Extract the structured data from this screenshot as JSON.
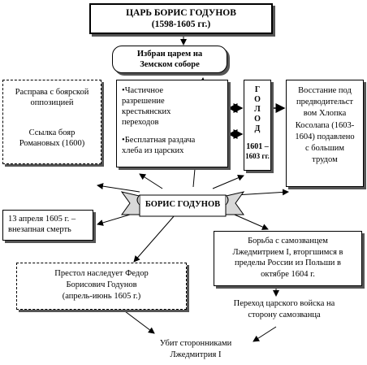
{
  "title": {
    "line1": "ЦАРЬ БОРИС ГОДУНОВ",
    "line2": "(1598-1605 гг.)"
  },
  "elected": {
    "line1": "Избран  царем на",
    "line2": "Земском соборе"
  },
  "boyar": {
    "line1": "Расправа с боярской",
    "line2": "оппозицией",
    "line3": "Ссылка бояр",
    "line4": "Романовых (1600)"
  },
  "peasants": {
    "item1_l1": "Частичное",
    "item1_l2": "разрешение",
    "item1_l3": "крестьянских",
    "item1_l4": "переходов",
    "item2_l1": "Бесплатная раздача",
    "item2_l2": "хлеба из царских"
  },
  "famine": {
    "l1": "Г",
    "l2": "О",
    "l3": "Л",
    "l4": "О",
    "l5": "Д",
    "years1": "1601 –",
    "years2": "1603 гг."
  },
  "uprising": {
    "l1": "Восстание под",
    "l2": "предводительст",
    "l3": "вом Хлопка",
    "l4": "Косолапа (1603-",
    "l5": "1604) подавлено",
    "l6": "с большим",
    "l7": "трудом"
  },
  "banner": {
    "label": "БОРИС ГОДУНОВ"
  },
  "death": {
    "l1": "13 апреля 1605 г. –",
    "l2": "внезапная смерть"
  },
  "impostor": {
    "l1": "Борьба с самозванцем",
    "l2": "Лжедмитрием I, вторгшимся в",
    "l3": "пределы России из Польши в",
    "l4": "октябре 1604 г."
  },
  "heir": {
    "l1": "Престол наследует Федор",
    "l2": "Борисович Годунов",
    "l3": "(апрель-июнь 1605 г.)"
  },
  "army": {
    "l1": "Переход царского войска на",
    "l2": "сторону самозванца"
  },
  "killed": {
    "l1": "Убит сторонниками",
    "l2": "Лжедмитрия I"
  }
}
